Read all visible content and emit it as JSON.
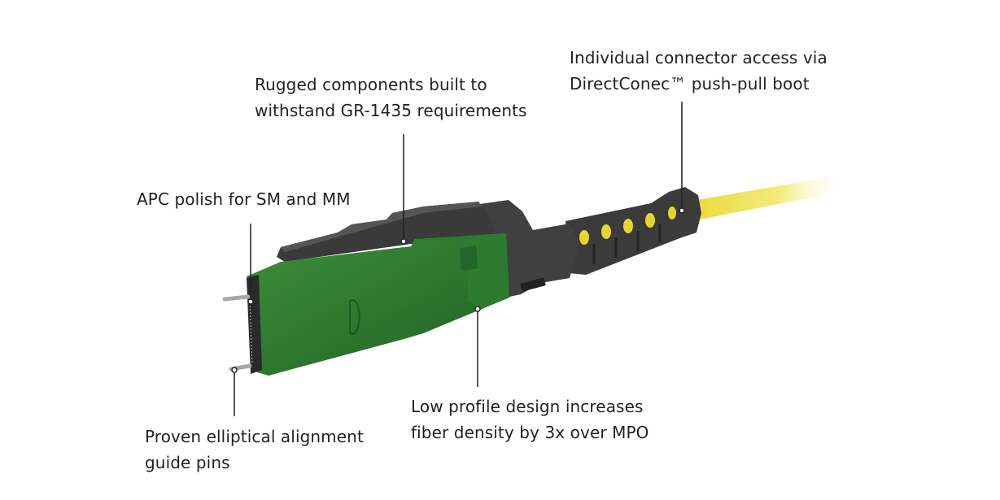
{
  "callouts": {
    "individual_access": {
      "lines": [
        "Individual connector access via",
        "DirectConec™ push-pull boot"
      ]
    },
    "rugged": {
      "lines": [
        "Rugged components built to",
        "withstand GR-1435 requirements"
      ]
    },
    "apc_polish": {
      "lines": [
        "APC polish for SM and MM"
      ]
    },
    "low_profile": {
      "lines": [
        "Low profile design increases",
        "fiber density by 3x over MPO"
      ]
    },
    "guide_pins": {
      "lines": [
        "Proven elliptical alignment",
        "guide pins"
      ]
    }
  },
  "colors": {
    "housing_green": "#2e7d32",
    "housing_black": "#3a3a3a",
    "cable_yellow": "#f2e24a",
    "text": "#231f20"
  }
}
